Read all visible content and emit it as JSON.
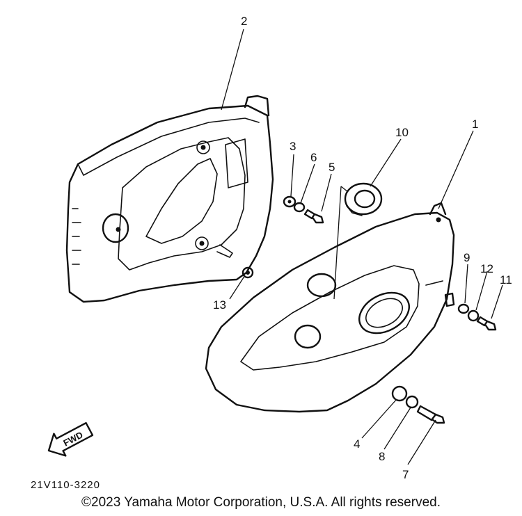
{
  "diagram": {
    "part_code": "21V110-3220",
    "fwd_label": "FWD",
    "copyright": "©2023 Yamaha Motor Corporation, U.S.A. All rights reserved.",
    "callouts": [
      "1",
      "2",
      "3",
      "4",
      "5",
      "6",
      "7",
      "8",
      "9",
      "10",
      "11",
      "12",
      "13"
    ]
  }
}
